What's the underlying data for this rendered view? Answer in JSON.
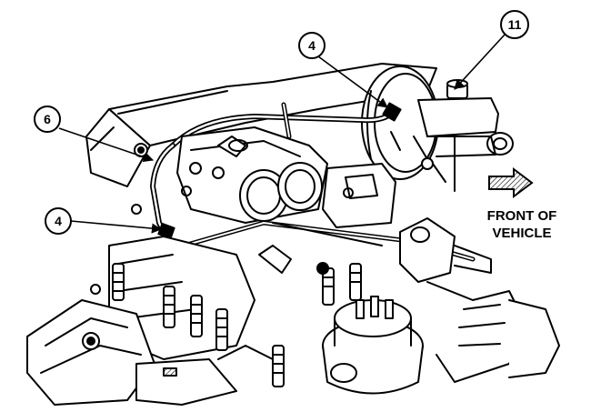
{
  "callouts": [
    {
      "id": "c4_top",
      "label": "4"
    },
    {
      "id": "c11",
      "label": "11"
    },
    {
      "id": "c6",
      "label": "6"
    },
    {
      "id": "c4_left",
      "label": "4"
    }
  ],
  "direction": {
    "line1": "FRONT OF",
    "line2": "VEHICLE"
  },
  "colors": {
    "ink": "#000000",
    "paper": "#ffffff"
  }
}
